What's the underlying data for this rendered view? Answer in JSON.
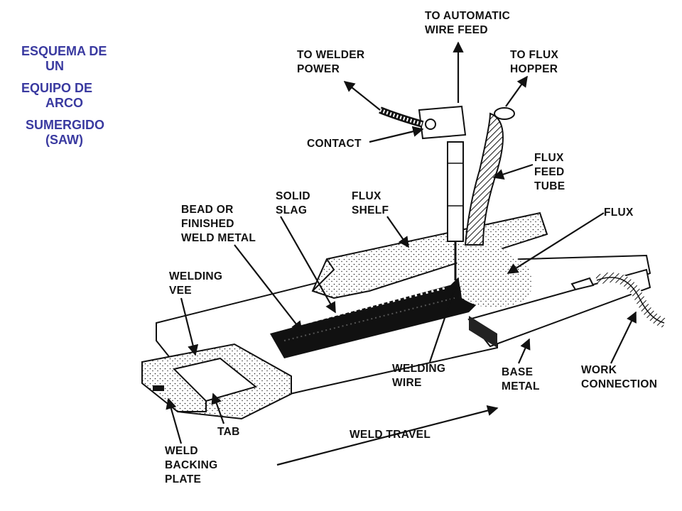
{
  "title": {
    "line1": "ESQUEMA DE",
    "line2": "UN",
    "line3": "EQUIPO DE",
    "line4": "ARCO",
    "line5": "SUMERGIDO",
    "line6": "(SAW)"
  },
  "labels": {
    "auto_wire_feed": [
      "TO AUTOMATIC",
      "WIRE FEED"
    ],
    "welder_power": [
      "TO WELDER",
      "POWER"
    ],
    "flux_hopper": [
      "TO FLUX",
      "HOPPER"
    ],
    "contact": [
      "CONTACT"
    ],
    "flux_feed_tube": [
      "FLUX",
      "FEED",
      "TUBE"
    ],
    "solid_slag": [
      "SOLID",
      "SLAG"
    ],
    "flux_shelf": [
      "FLUX",
      "SHELF"
    ],
    "bead": [
      "BEAD OR",
      "FINISHED",
      "WELD METAL"
    ],
    "flux": [
      "FLUX"
    ],
    "welding_vee": [
      "WELDING",
      "VEE"
    ],
    "welding_wire": [
      "WELDING",
      "WIRE"
    ],
    "base_metal": [
      "BASE",
      "METAL"
    ],
    "work_connection": [
      "WORK",
      "CONNECTION"
    ],
    "tab": [
      "TAB"
    ],
    "weld_travel": [
      "WELD TRAVEL"
    ],
    "weld_backing_plate": [
      "WELD",
      "BACKING",
      "PLATE"
    ]
  }
}
